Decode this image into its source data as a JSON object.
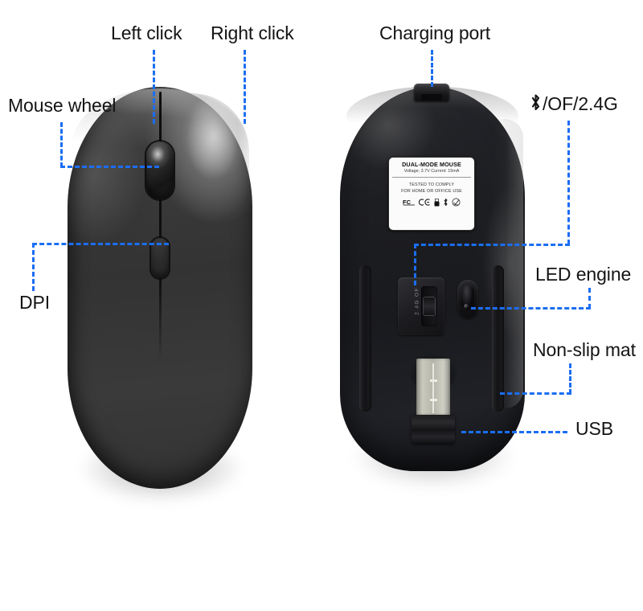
{
  "diagram": {
    "title": "Wireless dual-mode mouse annotated product diagram",
    "accent_color": "#1b6ef3",
    "text_color": "#141414",
    "background_color": "#ffffff"
  },
  "callouts": {
    "left_click": "Left click",
    "right_click": "Right click",
    "mouse_wheel": "Mouse wheel",
    "dpi": "DPI",
    "charging_port": "Charging port",
    "mode_switch": "/OF/2.4G",
    "mode_switch_icon": "bluetooth-icon",
    "led_engine": "LED engine",
    "non_slip_mat": "Non-slip mat",
    "usb": "USB"
  },
  "sticker": {
    "title": "DUAL-MODE MOUSE",
    "spec": "Voltage: 3.7V  Current: 15mA",
    "comply_line1": "TESTED TO COMPLY",
    "comply_line2": "FOR HOME OR OFFICE USE",
    "cert_icons": [
      "fcc-icon",
      "ce-icon",
      "usb-dongle-icon",
      "bluetooth-icon",
      "compliance-check-icon"
    ]
  },
  "switch": {
    "markings": "2.4G  OF"
  }
}
